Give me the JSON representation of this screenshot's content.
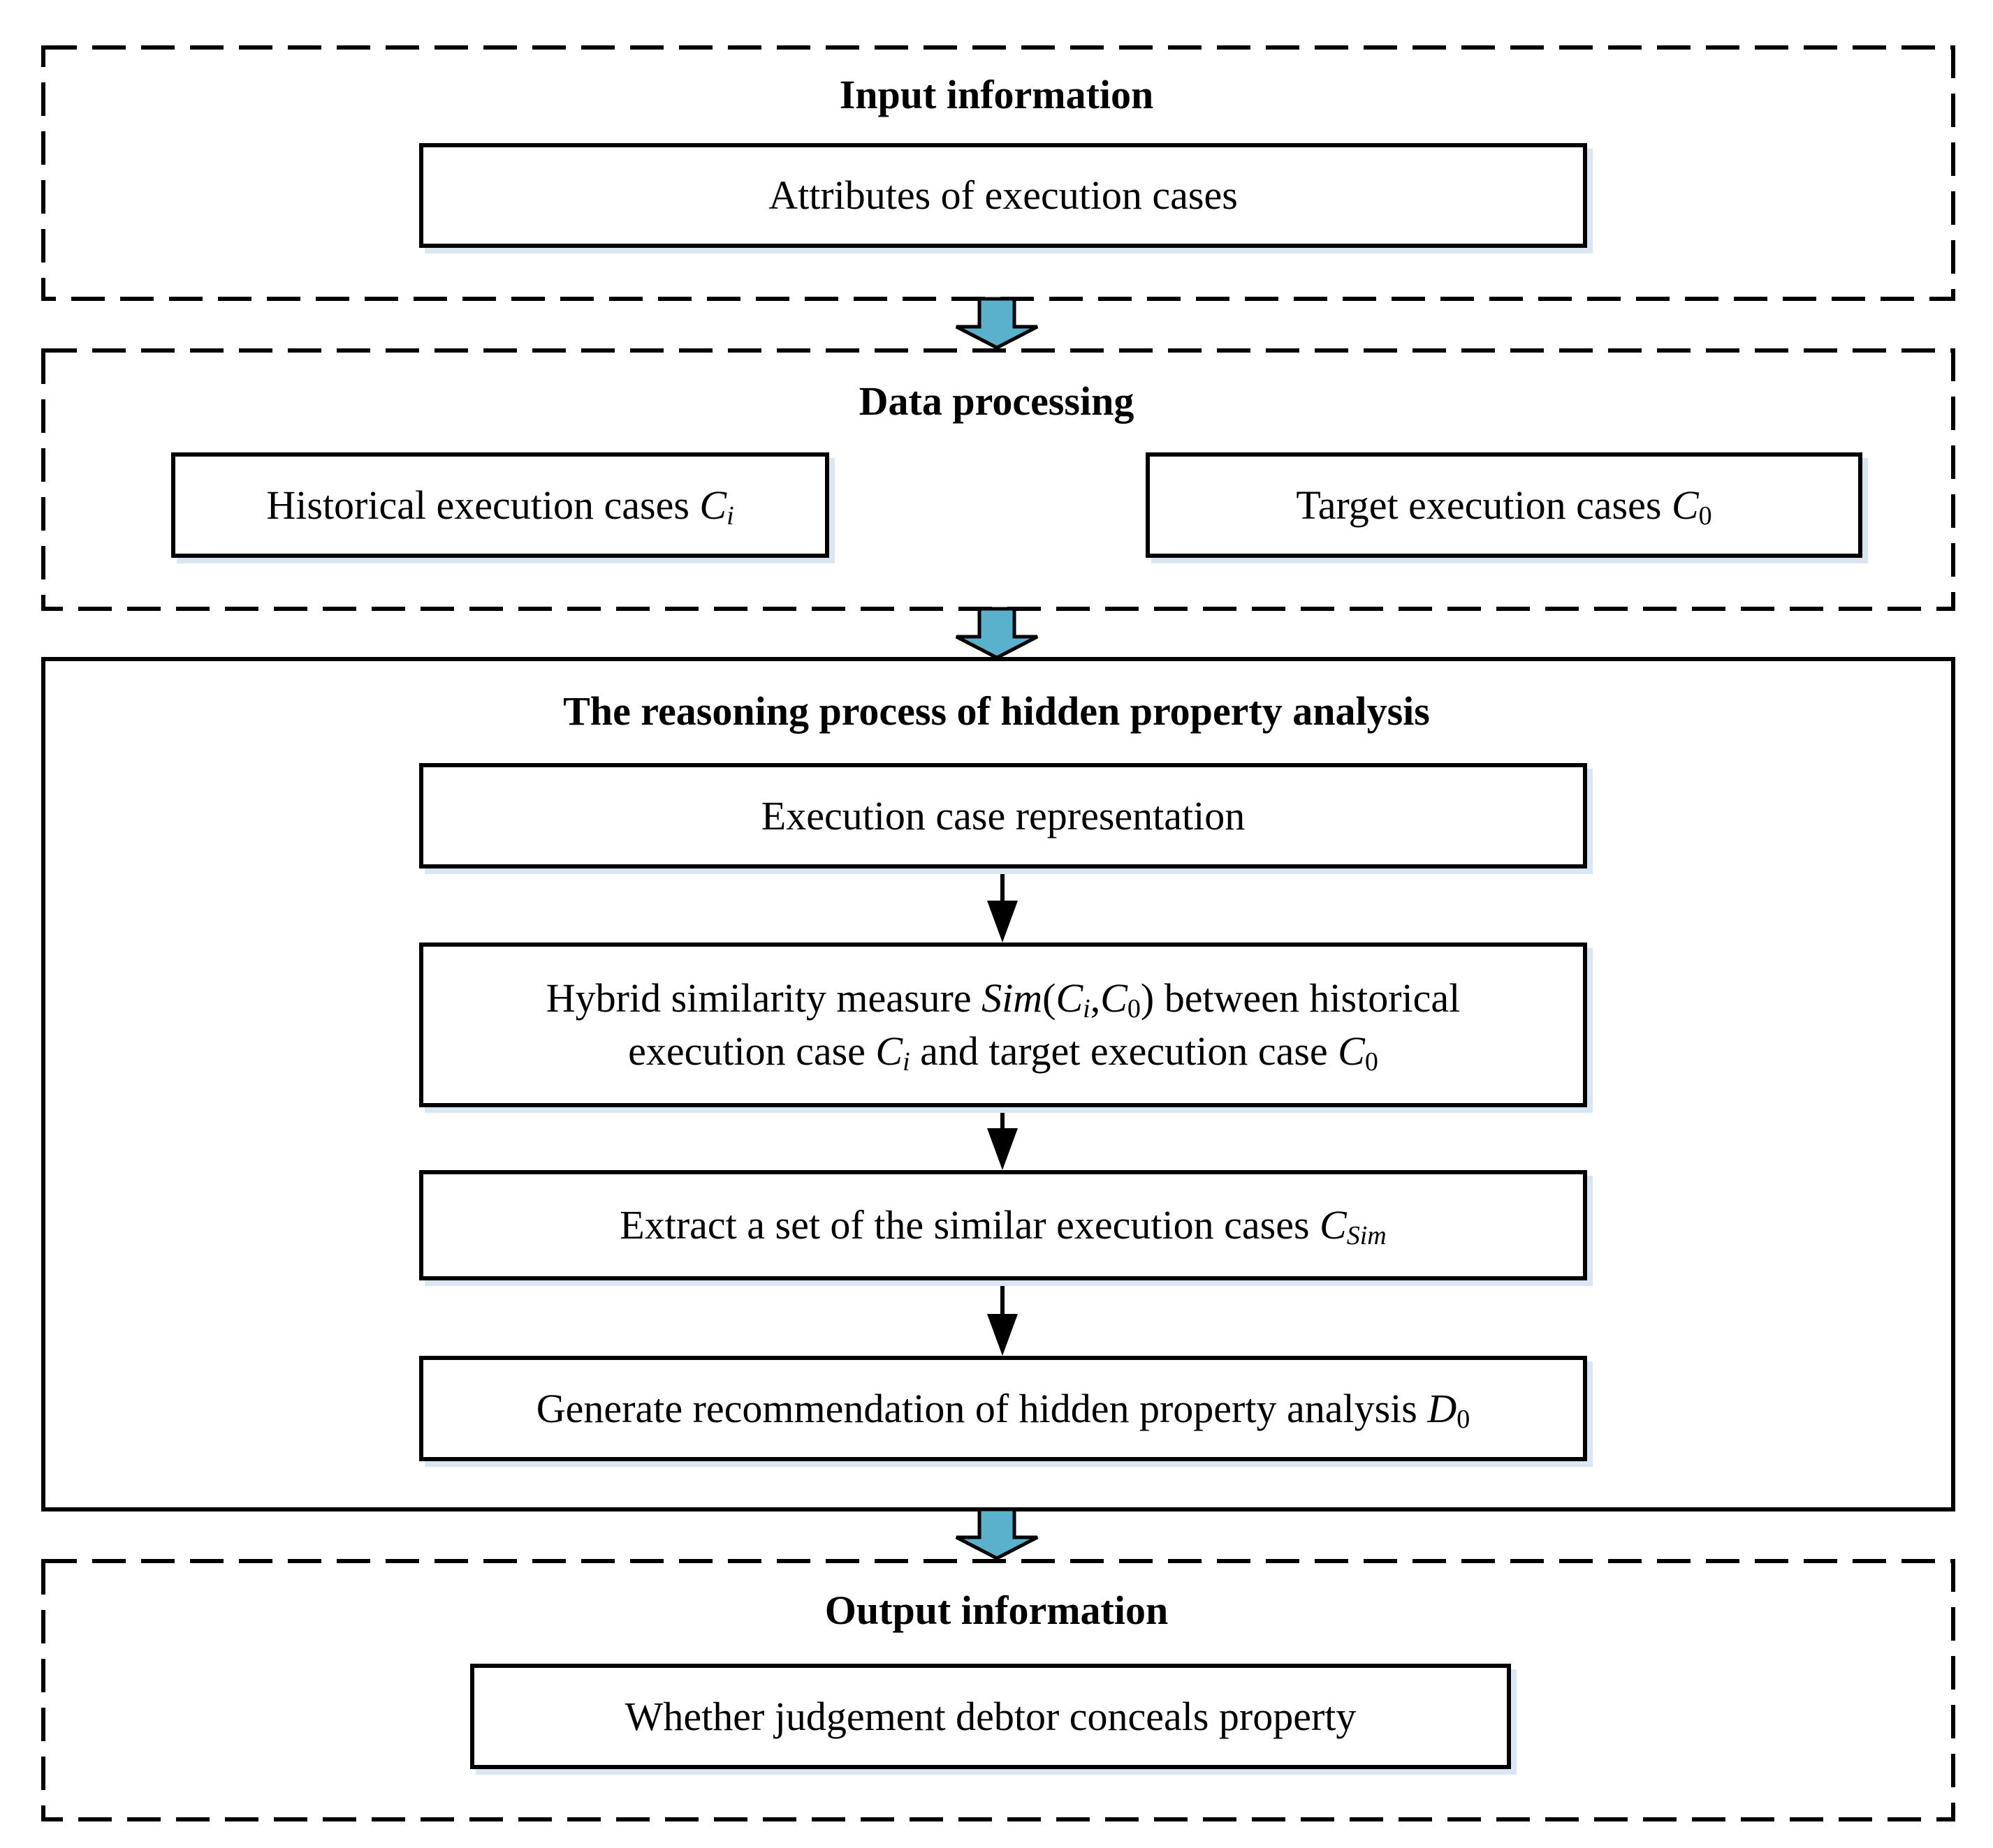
{
  "sections": {
    "input": {
      "title": "Input information"
    },
    "processing": {
      "title": "Data processing"
    },
    "reasoning": {
      "title": "The reasoning process of hidden property analysis"
    },
    "output": {
      "title": "Output information"
    }
  },
  "boxes": {
    "attributes": {
      "text": "Attributes of execution cases"
    },
    "historical": {
      "text": "Historical execution cases ",
      "var": "C",
      "sub": "i"
    },
    "target": {
      "text": "Target execution cases ",
      "var": "C",
      "sub": "0"
    },
    "representation": {
      "text": "Execution case representation"
    },
    "similarity": {
      "line1_pre": "Hybrid similarity measure ",
      "sim": "Sim",
      "open": "(",
      "var1": "C",
      "sub1": "i",
      "comma": ",",
      "var2": "C",
      "sub2": "0",
      "line1_post": ") between historical",
      "line2_pre": "execution case ",
      "var3": "C",
      "sub3": "i",
      "line2_mid": " and target execution case ",
      "var4": "C",
      "sub4": "0"
    },
    "extract": {
      "text": "Extract a set of the similar execution cases ",
      "var": "C",
      "sub": "Sim"
    },
    "generate": {
      "text": "Generate recommendation of hidden property analysis ",
      "var": "D",
      "sub": "0"
    },
    "whether": {
      "text": "Whether judgement debtor conceals property"
    }
  },
  "colors": {
    "block_arrow": "#5ab1cb",
    "stroke": "#000000",
    "shadow": "#dbe6f3"
  }
}
